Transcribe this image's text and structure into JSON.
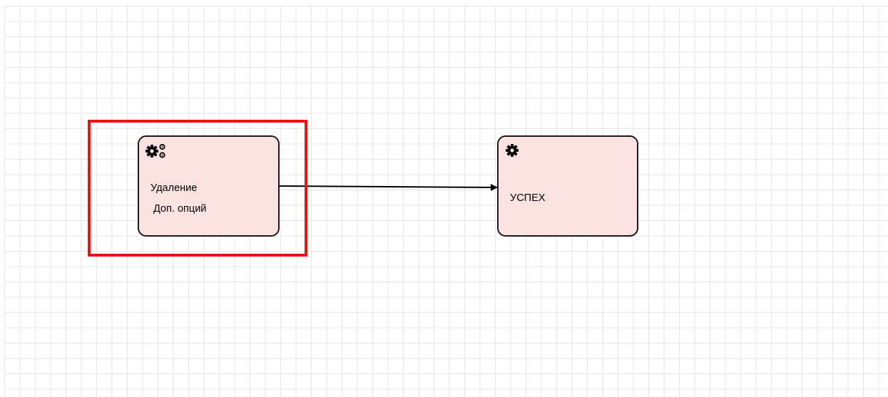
{
  "diagram": {
    "nodes": [
      {
        "id": "task-remove-options",
        "type": "service-task",
        "icon": "gears-icon",
        "label_line1": "Удаление",
        "label_line2": " Доп. опций",
        "fill": "#fde2e2",
        "stroke": "#1a1a1a",
        "selected": true
      },
      {
        "id": "task-success",
        "type": "service-task",
        "icon": "gear-icon",
        "label": "УСПЕХ",
        "fill": "#fde2e2",
        "stroke": "#1a1a1a",
        "selected": false
      }
    ],
    "edges": [
      {
        "from": "task-remove-options",
        "to": "task-success",
        "arrow": "filled-triangle",
        "color": "#000000"
      }
    ],
    "selection_color": "#ef0f14",
    "grid": true,
    "grid_color": "#e6e6e6"
  }
}
